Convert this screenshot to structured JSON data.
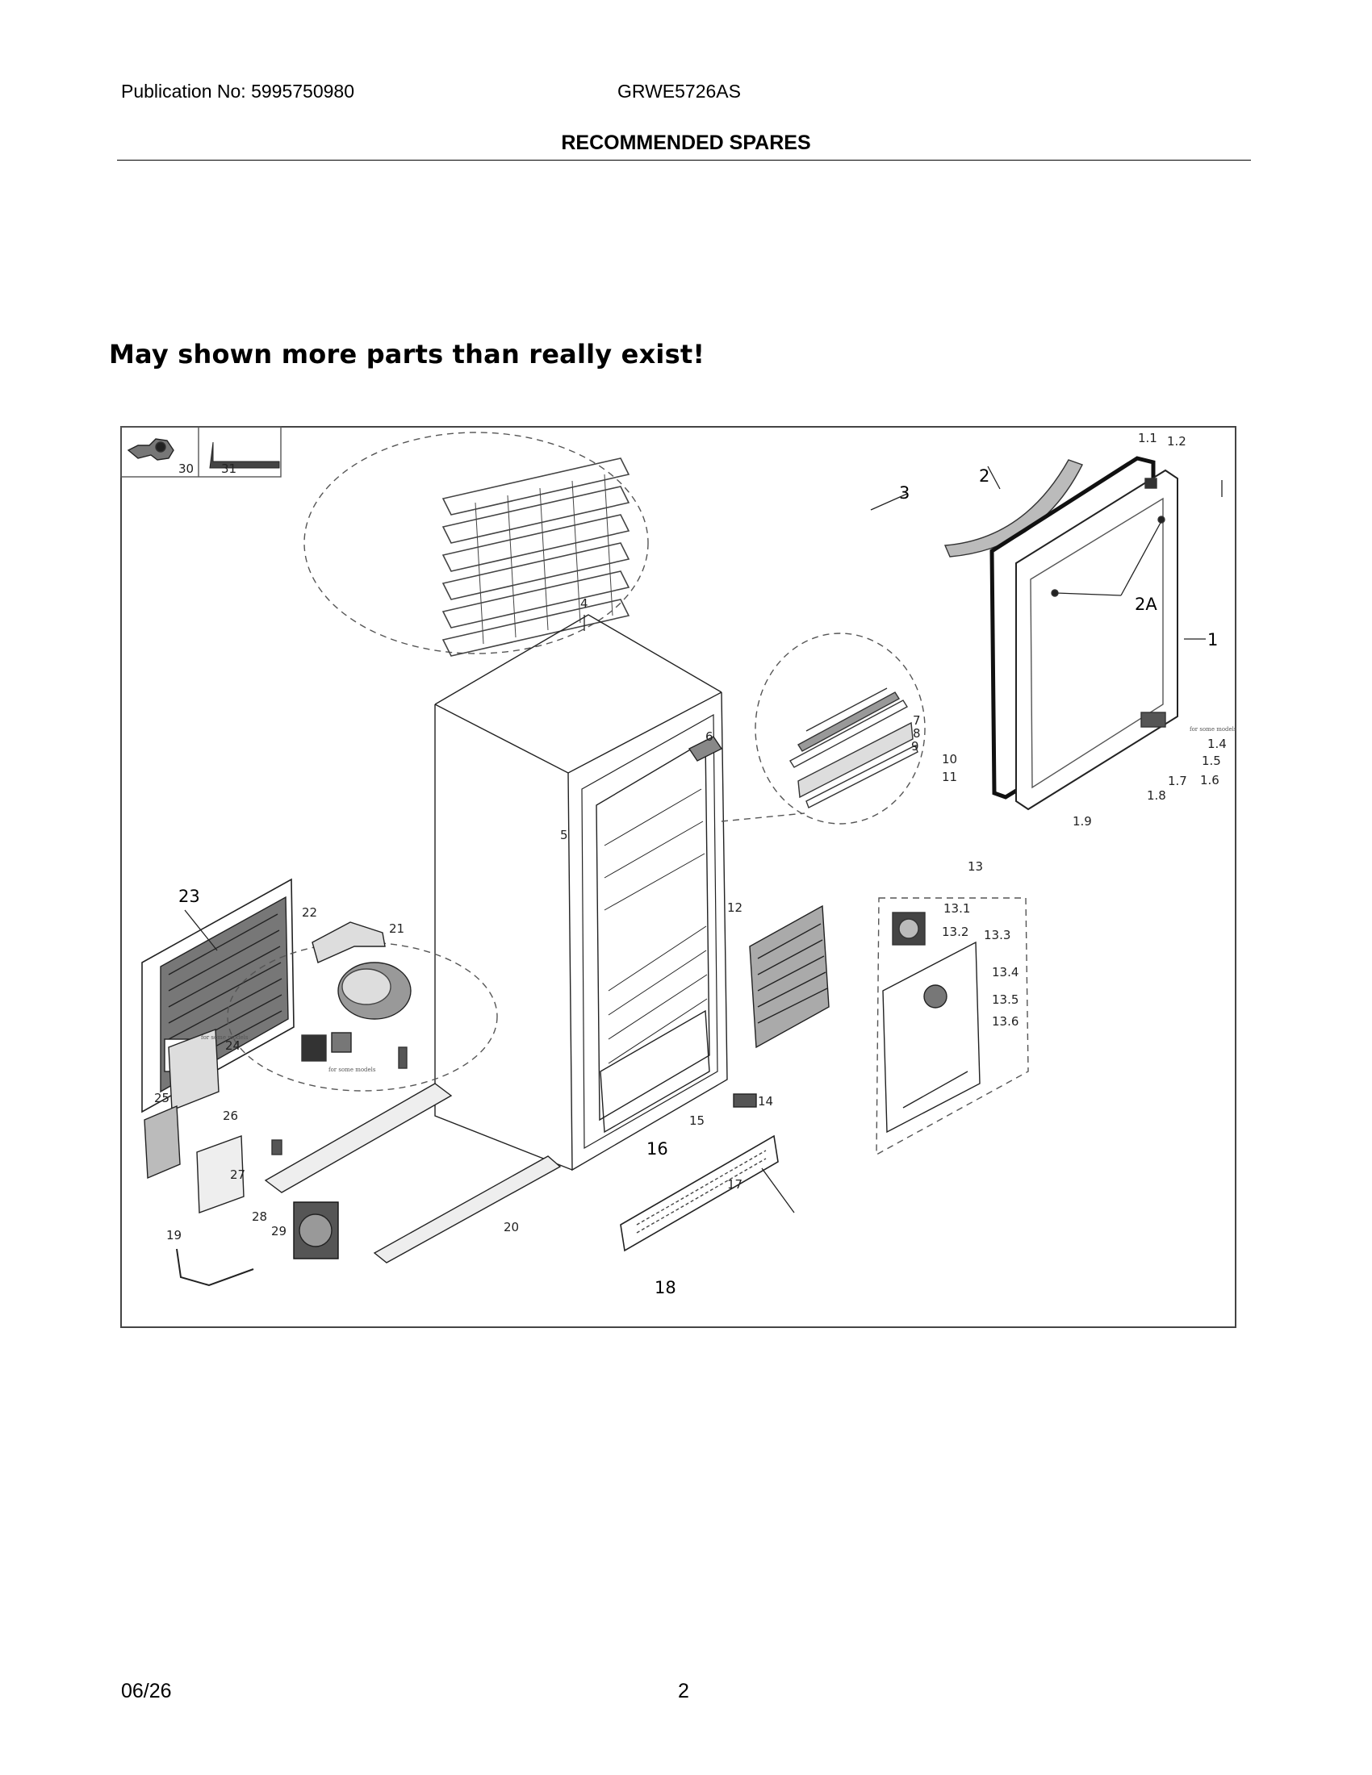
{
  "header": {
    "publication": "Publication No: 5995750980",
    "model": "GRWE5726AS"
  },
  "section_title": "RECOMMENDED SPARES",
  "note": "May shown more parts than really exist!",
  "diagram": {
    "inset_labels": [
      "30",
      "31"
    ],
    "callouts": {
      "p1": "1",
      "p2": "2",
      "p2A": "2A",
      "p3": "3",
      "p4": "4",
      "p5": "5",
      "p6": "6",
      "p7": "7",
      "p8": "8",
      "p9": "9",
      "p10": "10",
      "p11": "11",
      "p12": "12",
      "p13": "13",
      "p13_1": "13.1",
      "p13_2": "13.2",
      "p13_3": "13.3",
      "p13_4": "13.4",
      "p13_5": "13.5",
      "p13_6": "13.6",
      "p14": "14",
      "p15": "15",
      "p16": "16",
      "p17": "17",
      "p18": "18",
      "p19": "19",
      "p20": "20",
      "p21": "21",
      "p22": "22",
      "p23": "23",
      "p24": "24",
      "p25": "25",
      "p26": "26",
      "p27": "27",
      "p28": "28",
      "p29": "29",
      "d1_1": "1.1",
      "d1_2": "1.2",
      "d1_4": "1.4",
      "d1_5": "1.5",
      "d1_6": "1.6",
      "d1_7": "1.7",
      "d1_8": "1.8",
      "d1_9": "1.9"
    },
    "tiny_notes": {
      "some_models": "for some models"
    }
  },
  "footer": {
    "date": "06/26",
    "page": "2"
  }
}
